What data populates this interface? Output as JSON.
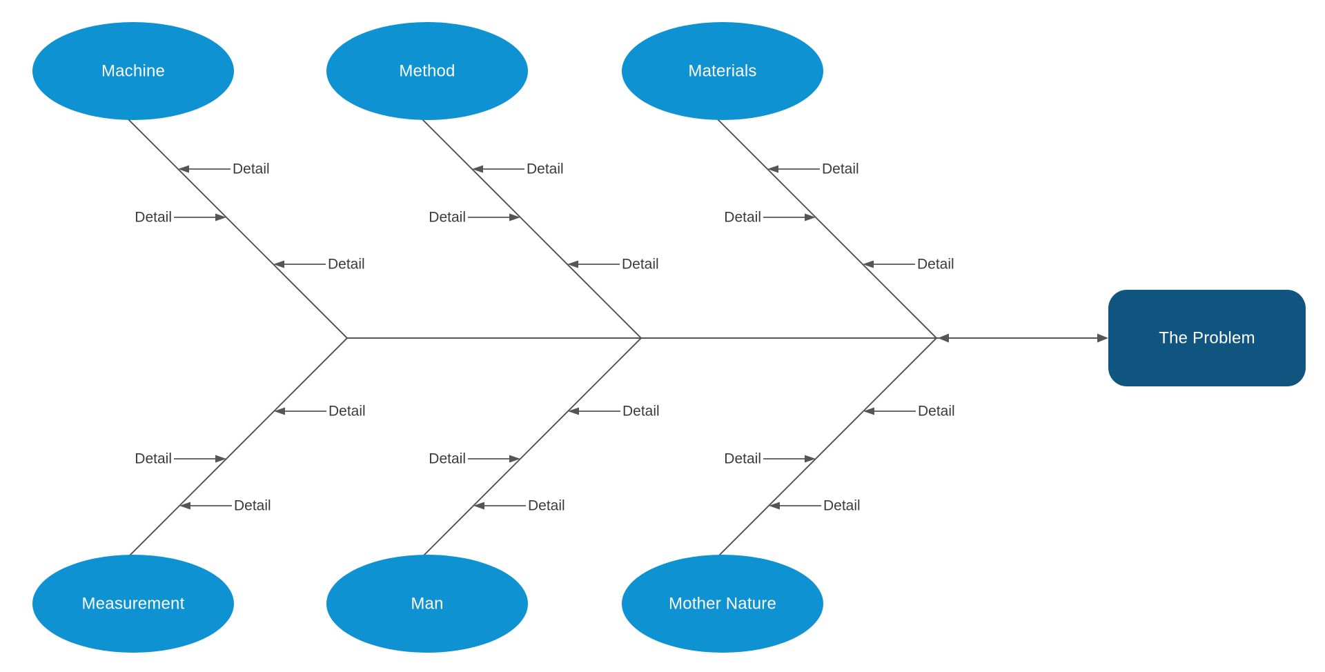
{
  "diagram": {
    "type": "fishbone",
    "problem": {
      "label": "The Problem"
    },
    "categories": [
      {
        "id": "machine",
        "label": "Machine",
        "row": "top",
        "details": [
          "Detail",
          "Detail",
          "Detail"
        ]
      },
      {
        "id": "method",
        "label": "Method",
        "row": "top",
        "details": [
          "Detail",
          "Detail",
          "Detail"
        ]
      },
      {
        "id": "materials",
        "label": "Materials",
        "row": "top",
        "details": [
          "Detail",
          "Detail",
          "Detail"
        ]
      },
      {
        "id": "measurement",
        "label": "Measurement",
        "row": "bottom",
        "details": [
          "Detail",
          "Detail",
          "Detail"
        ]
      },
      {
        "id": "man",
        "label": "Man",
        "row": "bottom",
        "details": [
          "Detail",
          "Detail",
          "Detail"
        ]
      },
      {
        "id": "mother-nature",
        "label": "Mother Nature",
        "row": "bottom",
        "details": [
          "Detail",
          "Detail",
          "Detail"
        ]
      }
    ],
    "colors": {
      "category_fill": "#0e92d2",
      "problem_fill": "#0f5580",
      "connector": "#555555",
      "detail_text": "#3a3a3a",
      "node_text": "#ffffff",
      "background": "#ffffff"
    }
  }
}
